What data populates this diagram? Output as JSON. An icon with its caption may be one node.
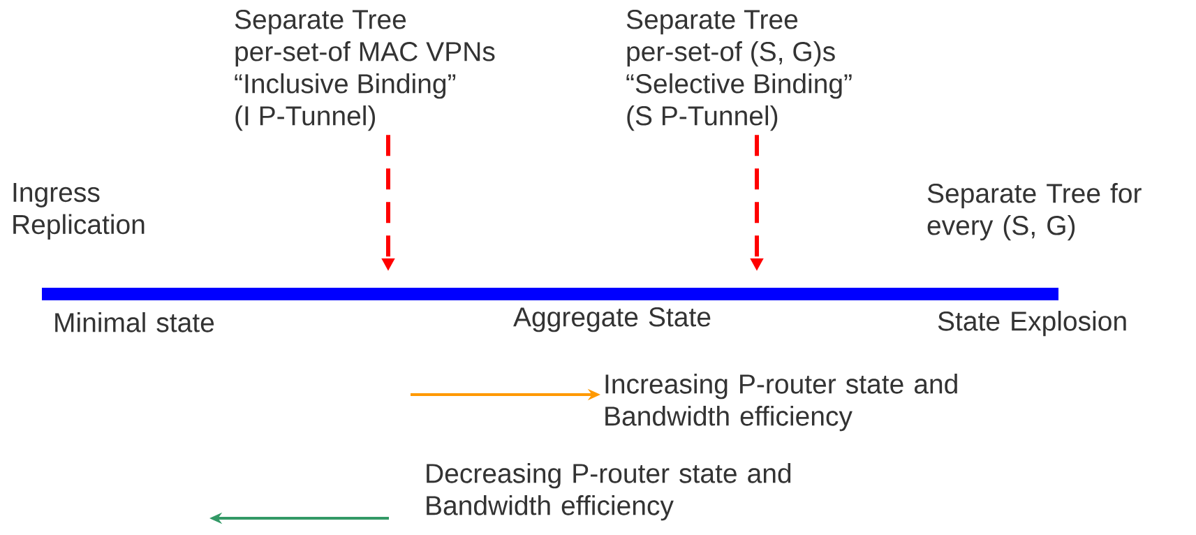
{
  "diagram": {
    "nodes": [
      {
        "text": [
          "Separate Tree",
          "per-set-of MAC VPNs",
          "“Inclusive Binding”",
          "(I P-Tunnel)"
        ]
      },
      {
        "text": [
          "Separate Tree",
          "per-set-of (S, G)s",
          "“Selective Binding”",
          "(S P-Tunnel)"
        ]
      },
      {
        "text": [],
        "shape": "bar"
      }
    ],
    "edges": [
      {
        "from": 0,
        "to": 2,
        "arrow": "to",
        "style": "dashed"
      },
      {
        "from": 1,
        "to": 2,
        "arrow": "to",
        "style": "dashed"
      }
    ],
    "labels": [
      "Ingress Replication",
      "Separate Tree for every (S, G)",
      "Minimal state",
      "Aggregate State",
      "State Explosion",
      "Increasing P-router state and Bandwidth efficiency",
      "Decreasing P-router state and Bandwidth efficiency"
    ]
  }
}
